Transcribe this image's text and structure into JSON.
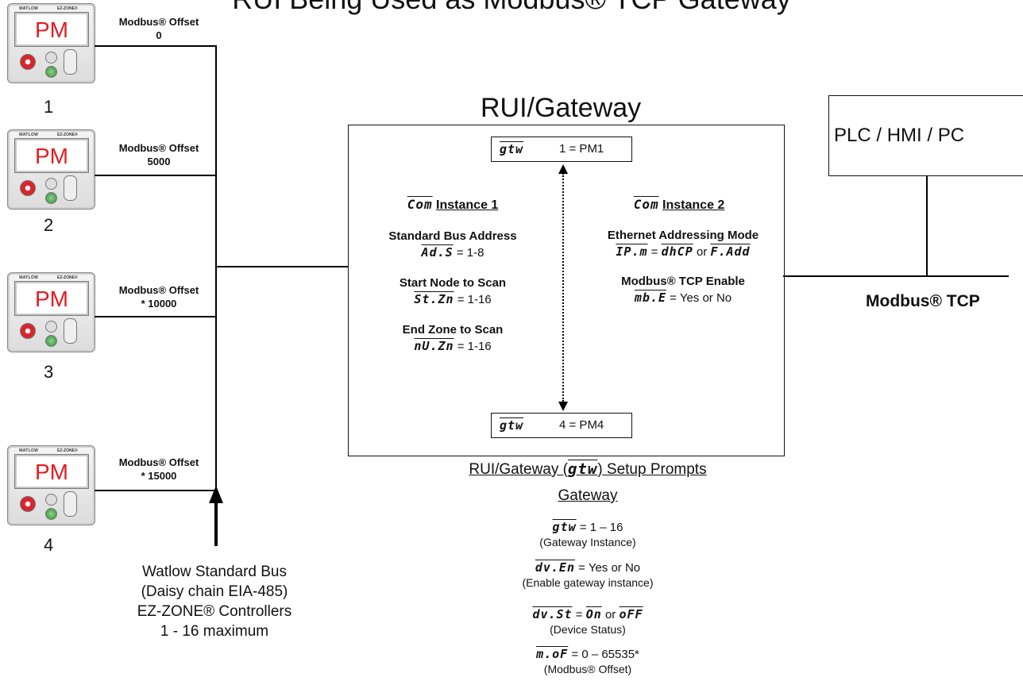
{
  "title": "RUI Being Used as Modbus® TCP Gateway",
  "controllers": [
    {
      "display": "PM",
      "number": "1",
      "offset_label": "Modbus® Offset",
      "offset_value": "0"
    },
    {
      "display": "PM",
      "number": "2",
      "offset_label": "Modbus® Offset",
      "offset_value": "5000"
    },
    {
      "display": "PM",
      "number": "3",
      "offset_label": "Modbus® Offset",
      "offset_value": "* 10000"
    },
    {
      "display": "PM",
      "number": "4",
      "offset_label": "Modbus® Offset",
      "offset_value": "* 15000"
    }
  ],
  "controller_brand": "WATLOW",
  "controller_model": "EZ-ZONE®",
  "bus_caption": [
    "Watlow Standard Bus",
    "(Daisy chain EIA-485)",
    "EZ-ZONE® Controllers",
    "1 - 16 maximum"
  ],
  "gateway": {
    "heading": "RUI/Gateway",
    "top_prompt": {
      "code": "gtw",
      "value": "1 = PM1"
    },
    "bottom_prompt": {
      "code": "gtw",
      "value": "4 = PM4"
    },
    "inst1": {
      "code": "Com",
      "title": "Instance 1",
      "items": [
        {
          "label": "Standard Bus Address",
          "code": "Ad.S",
          "value": "= 1-8"
        },
        {
          "label": "Start Node to Scan",
          "code": "St.Zn",
          "value": "= 1-16"
        },
        {
          "label": "End Zone to Scan",
          "code": "nU.Zn",
          "value": "= 1-16"
        }
      ]
    },
    "inst2": {
      "code": "Com",
      "title": "Instance 2",
      "items": [
        {
          "label": "Ethernet Addressing Mode",
          "code": "IP.m",
          "value_a": "dhCP",
          "mid": "or",
          "value_b": "F.Add"
        },
        {
          "label": "Modbus® TCP Enable",
          "code": "mb.E",
          "value": "= Yes or No"
        }
      ]
    }
  },
  "plc_label": "PLC / HMI / PC",
  "tcp_label": "Modbus® TCP",
  "setup": {
    "title_pre": "RUI/Gateway (",
    "title_code": "gtw",
    "title_post": ") Setup Prompts",
    "subtitle": "Gateway",
    "rows": [
      {
        "code": "gtw",
        "value": "= 1 – 16",
        "desc": "(Gateway Instance)"
      },
      {
        "code": "dv.En",
        "value": "= Yes or No",
        "desc": "(Enable gateway instance)"
      },
      {
        "code": "dv.St",
        "value_a": "On",
        "mid": "or",
        "value_b": "oFF",
        "desc": "(Device Status)"
      },
      {
        "code": "m.oF",
        "value": "= 0 – 65535*",
        "desc": "(Modbus® Offset)"
      }
    ]
  }
}
